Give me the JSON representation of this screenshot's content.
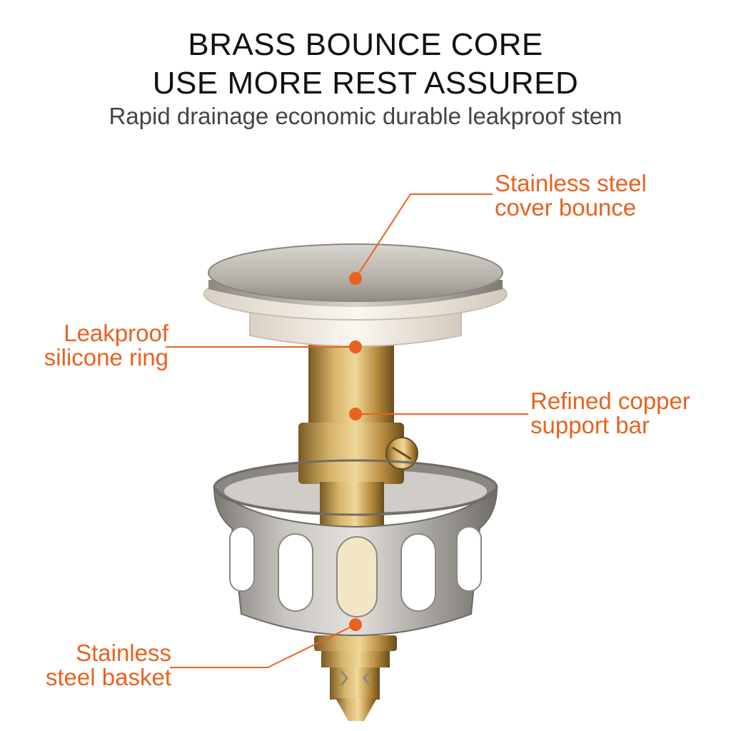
{
  "header": {
    "line1": "BRASS BOUNCE CORE",
    "line2": "USE MORE REST ASSURED",
    "subtitle": "Rapid drainage economic durable leakproof stem"
  },
  "callouts": [
    {
      "line1": "Stainless steel",
      "line2": "cover bounce"
    },
    {
      "line1": "Leakproof",
      "line2": "silicone ring"
    },
    {
      "line1": "Refined copper",
      "line2": "support bar"
    },
    {
      "line1": "Stainless",
      "line2": "steel basket"
    }
  ],
  "colors": {
    "accent": "#e8621f",
    "headline": "#111111",
    "subtitle": "#444444",
    "steel": "#b9b6b1",
    "brass": "#c9a159",
    "silicone": "#f3ede4"
  }
}
